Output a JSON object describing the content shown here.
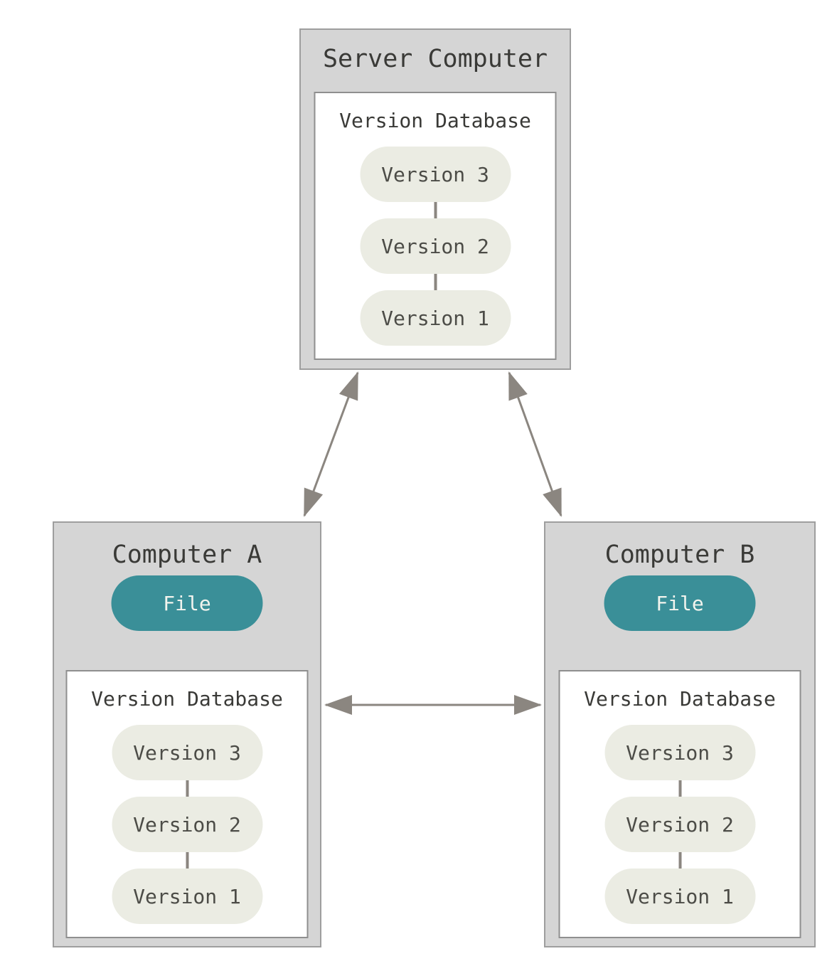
{
  "diagram": {
    "server": {
      "title": "Server Computer",
      "database": {
        "title": "Version Database",
        "versions": [
          "Version 3",
          "Version 2",
          "Version 1"
        ]
      }
    },
    "computer_a": {
      "title": "Computer A",
      "file_label": "File",
      "database": {
        "title": "Version Database",
        "versions": [
          "Version 3",
          "Version 2",
          "Version 1"
        ]
      }
    },
    "computer_b": {
      "title": "Computer B",
      "file_label": "File",
      "database": {
        "title": "Version Database",
        "versions": [
          "Version 3",
          "Version 2",
          "Version 1"
        ]
      }
    },
    "colors": {
      "machine_fill": "#d5d5d5",
      "machine_border": "#9e9e9e",
      "database_fill": "#ffffff",
      "database_border": "#8f8f8f",
      "version_pill_fill": "#ebece3",
      "version_pill_text": "#4c4c47",
      "file_pill_fill": "#3a8f98",
      "file_pill_text": "#f2f4ee",
      "arrow": "#8b8680",
      "title_text": "#3a3a37"
    }
  }
}
